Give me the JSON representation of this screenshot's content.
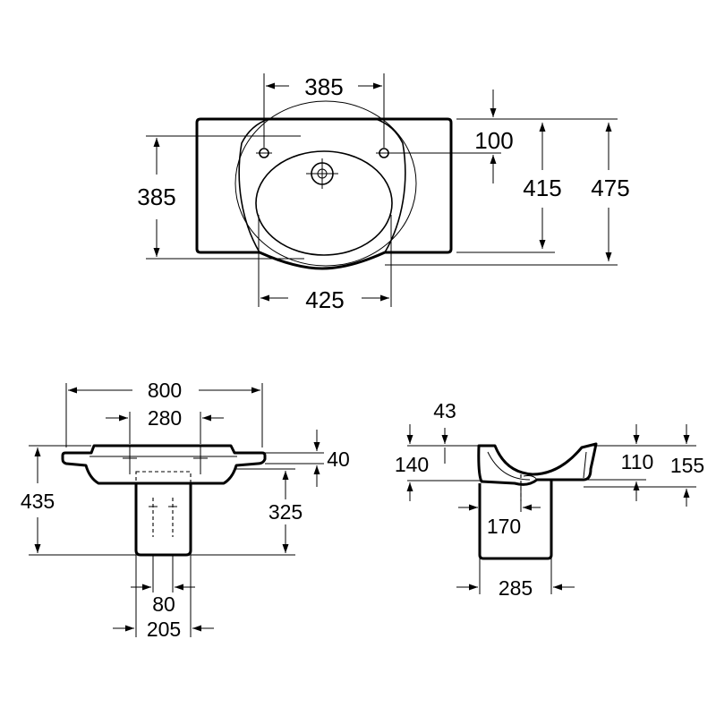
{
  "title": "",
  "top_view": {
    "tap_hole_spacing": "385",
    "edge_to_taps": "100",
    "side_depth": "385",
    "basin_depth": "415",
    "overall_depth": "475",
    "bowl_width": "425"
  },
  "front_view": {
    "overall_width": "800",
    "fixing_spacing": "280",
    "rim_thickness": "40",
    "pedestal_height": "325",
    "overall_height": "435",
    "pipe_spacing": "80",
    "pedestal_width": "205"
  },
  "side_view": {
    "rim_offset": "43",
    "bowl_depth": "140",
    "waste_height": "110",
    "total_height": "155",
    "waste_offset": "170",
    "pedestal_depth": "285"
  }
}
